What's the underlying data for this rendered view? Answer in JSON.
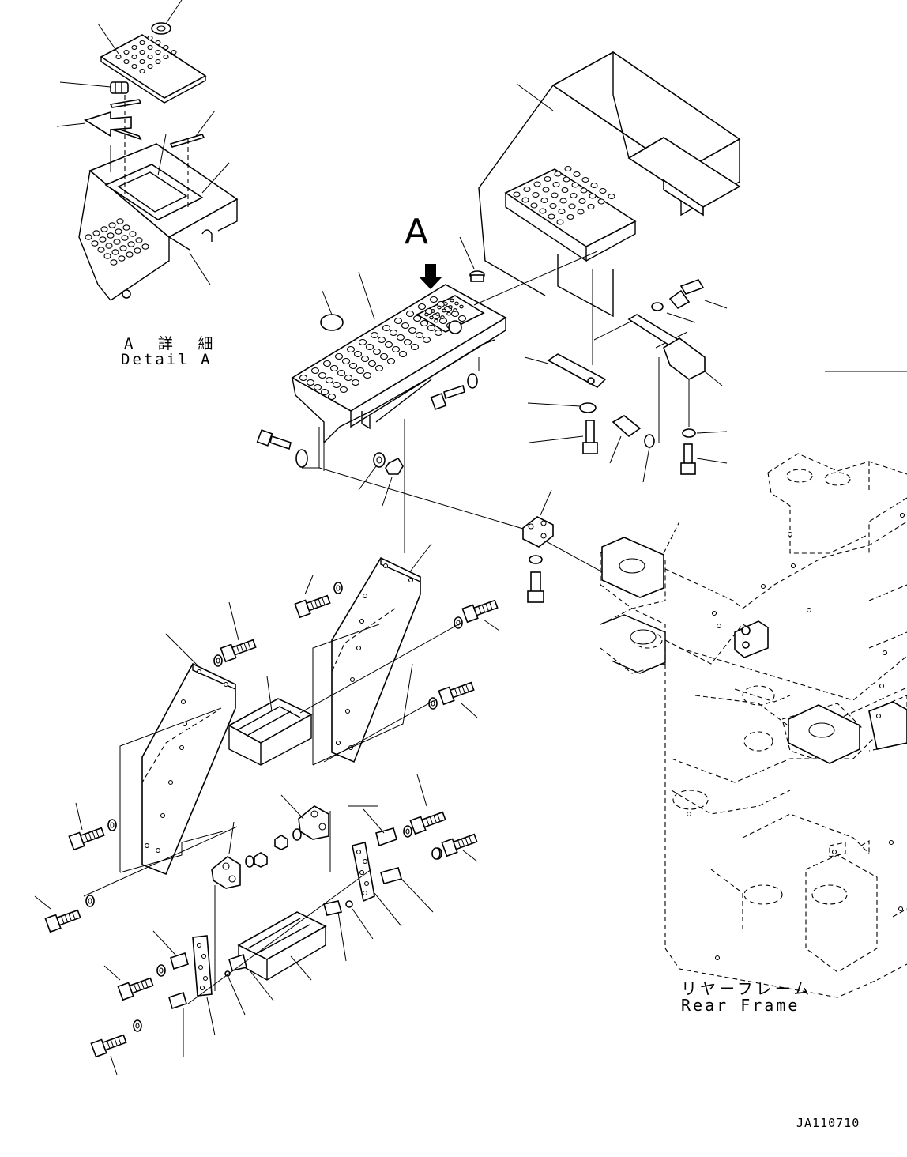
{
  "labels": {
    "view_marker": "A",
    "detail_jp": "A 詳 細",
    "detail_en": "Detail A",
    "frame_jp": "リヤーフレーム",
    "frame_en": "Rear Frame",
    "drawing_number": "JA110710"
  }
}
